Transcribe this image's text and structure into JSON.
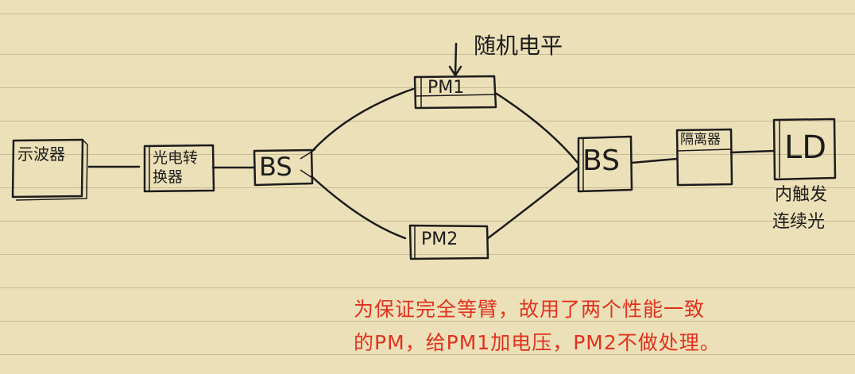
{
  "nodes": {
    "oscilloscope": "示波器",
    "photodetector_line1": "光电转",
    "photodetector_line2": "换器",
    "bs_left": "BS",
    "pm1": "PM1",
    "pm2": "PM2",
    "bs_right": "BS",
    "isolator": "隔离器",
    "ld": "LD"
  },
  "annotations": {
    "random_level": "随机电平",
    "ld_note_line1": "内触发",
    "ld_note_line2": "连续光"
  },
  "note": {
    "line1": "为保证完全等臂，故用了两个性能一致",
    "line2": "的PM，给PM1加电压，PM2不做处理。"
  },
  "colors": {
    "ink": "#1c1c1c",
    "note": "#e0321e",
    "paper": "#ece0b8",
    "rule_line": "#c9bb95"
  }
}
